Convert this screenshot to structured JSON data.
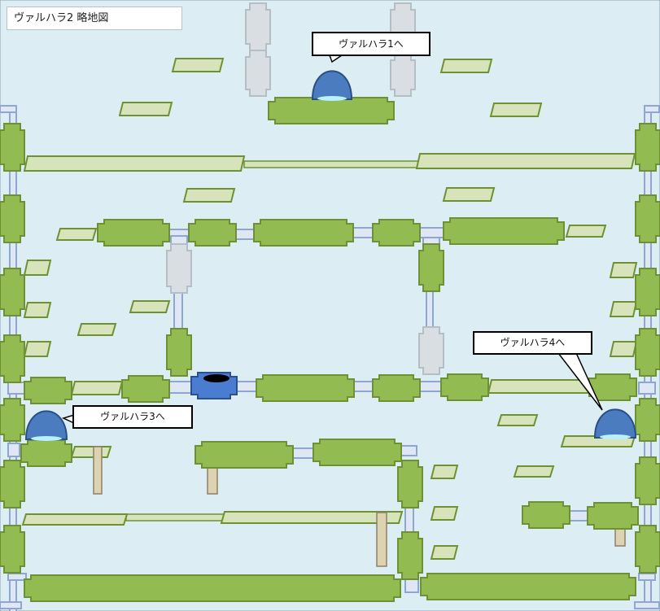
{
  "map_title": "ヴァルハラ2 略地図",
  "exits": [
    {
      "label": "ヴァルハラ1へ"
    },
    {
      "label": "ヴァルハラ3へ"
    },
    {
      "label": "ヴァルハラ4へ"
    }
  ],
  "colors": {
    "background": "#dcedf4",
    "platform_fill": "#92bb52",
    "platform_stroke": "#6e9233",
    "ledge_fill": "#d7e4bb",
    "ledge_stroke": "#6e9233",
    "connector_fill": "#dfe7f4",
    "connector_stroke": "#8da6d3",
    "ghost_fill": "#d9dee2",
    "ghost_stroke": "#b5bec5",
    "pillar_fill": "#ddd3b0",
    "pillar_stroke": "#8b8068",
    "portal_fill": "#4a7cbf",
    "portal_stroke": "#2a4f86",
    "portal_glow": "#b9f0fb",
    "current_block_fill": "#4a7cd1",
    "hole_fill": "#000000"
  },
  "icons": {
    "portal": "warp-portal-dome",
    "current": "blue-block-with-hole"
  }
}
